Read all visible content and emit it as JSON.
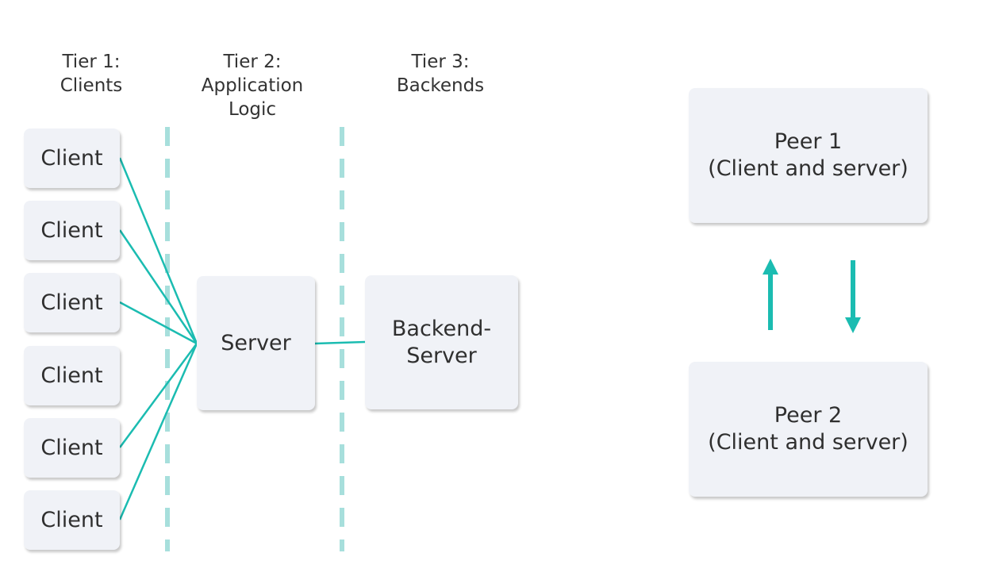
{
  "tiers": [
    {
      "line1": "Tier 1:",
      "line2": "Clients",
      "line3": ""
    },
    {
      "line1": "Tier 2:",
      "line2": "Application",
      "line3": "Logic"
    },
    {
      "line1": "Tier 3:",
      "line2": "Backends",
      "line3": ""
    }
  ],
  "clients": [
    "Client",
    "Client",
    "Client",
    "Client",
    "Client",
    "Client"
  ],
  "server": {
    "label": "Server"
  },
  "backend": {
    "line1": "Backend-",
    "line2": "Server"
  },
  "peers": [
    {
      "line1": "Peer 1",
      "line2": "(Client and server)"
    },
    {
      "line1": "Peer 2",
      "line2": "(Client and server)"
    }
  ],
  "colors": {
    "connector": "#1bbcb1",
    "divider": "#a7dfdc",
    "box_fill": "#f0f2f7",
    "text": "#2f2f2f"
  }
}
